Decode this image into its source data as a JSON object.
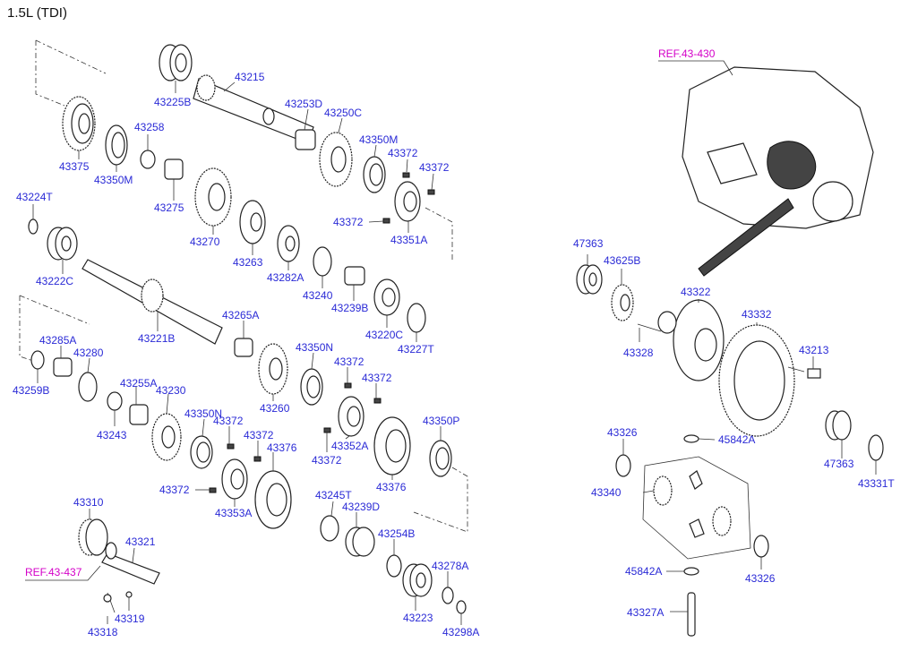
{
  "diagram": {
    "title": "1.5L (TDI)",
    "refs": {
      "ref1": "REF.43-430",
      "ref2": "REF.43-437"
    },
    "labels": {
      "p43215": "43215",
      "p43225B": "43225B",
      "p43253D": "43253D",
      "p43250C": "43250C",
      "p43258": "43258",
      "p43375": "43375",
      "p43350M_a": "43350M",
      "p43350M_b": "43350M",
      "p43372_a": "43372",
      "p43372_b": "43372",
      "p43372_c": "43372",
      "p43372_d": "43372",
      "p43372_e": "43372",
      "p43372_f": "43372",
      "p43372_g": "43372",
      "p43372_h": "43372",
      "p43372_i": "43372",
      "p43275": "43275",
      "p43224T": "43224T",
      "p43351A": "43351A",
      "p43270": "43270",
      "p43263": "43263",
      "p43282A": "43282A",
      "p43222C": "43222C",
      "p43240": "43240",
      "p43239B": "43239B",
      "p43220C": "43220C",
      "p43227T": "43227T",
      "p43265A": "43265A",
      "p43221B": "43221B",
      "p43285A": "43285A",
      "p43280": "43280",
      "p43350N_a": "43350N",
      "p43350N_b": "43350N",
      "p43259B": "43259B",
      "p43255A": "43255A",
      "p43230": "43230",
      "p43260": "43260",
      "p43243": "43243",
      "p43352A": "43352A",
      "p43376_a": "43376",
      "p43376_b": "43376",
      "p43350P": "43350P",
      "p43353A": "43353A",
      "p43245T": "43245T",
      "p43239D": "43239D",
      "p43310": "43310",
      "p43321": "43321",
      "p43254B": "43254B",
      "p43278A": "43278A",
      "p43319": "43319",
      "p43318": "43318",
      "p43223": "43223",
      "p43298A": "43298A",
      "p47363_a": "47363",
      "p47363_b": "47363",
      "p43625B": "43625B",
      "p43322": "43322",
      "p43332": "43332",
      "p43328": "43328",
      "p43213": "43213",
      "p45842A_a": "45842A",
      "p45842A_b": "45842A",
      "p43326_a": "43326",
      "p43326_b": "43326",
      "p43331T": "43331T",
      "p43340": "43340",
      "p43327A": "43327A"
    }
  }
}
